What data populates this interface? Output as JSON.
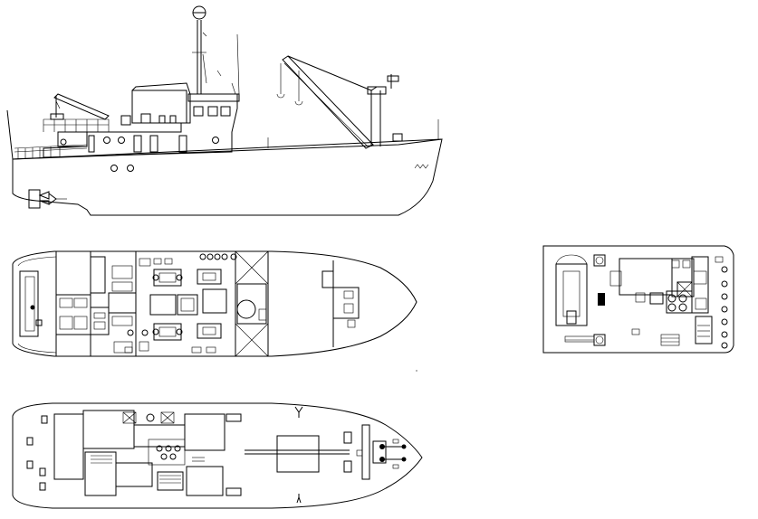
{
  "drawing": {
    "views": [
      {
        "id": "profile",
        "kind": "side-elevation"
      },
      {
        "id": "main-deck-plan",
        "kind": "plan"
      },
      {
        "id": "upper-deck-plan",
        "kind": "plan"
      },
      {
        "id": "bridge-deck-plan",
        "kind": "plan"
      }
    ],
    "icons": [
      "ship-profile",
      "deck-plan",
      "crane",
      "mast",
      "propeller",
      "anchor"
    ],
    "colors": {
      "line": "#000000",
      "background": "#ffffff"
    }
  }
}
